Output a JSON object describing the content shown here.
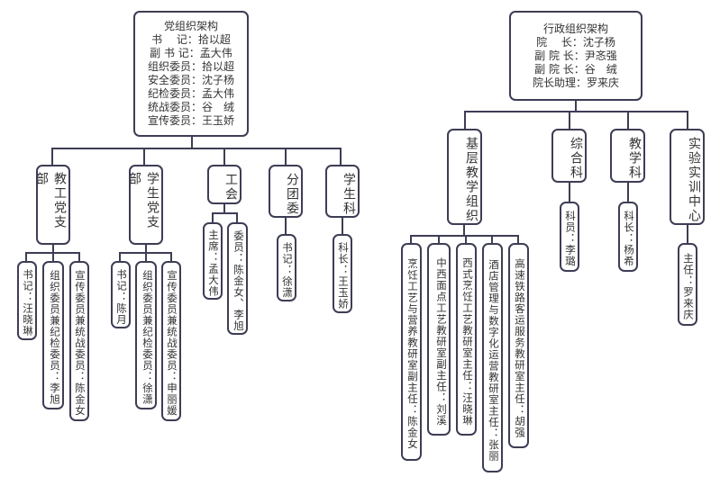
{
  "party": {
    "title": "党组织架构",
    "lines": [
      "书　 记：拾以超",
      "副 书 记：孟大伟",
      "组织委员：拾以超",
      "安全委员：沈子杨",
      "纪检委员：孟大伟",
      "统战委员：谷　绒",
      "宣传委员：王玉娇"
    ],
    "units": [
      {
        "name": "教工党支部",
        "members": [
          "书记：汪晓琳",
          "组织委员兼纪检委员：李旭",
          "宣传委员兼统战委员：陈金女"
        ]
      },
      {
        "name": "学生党支部",
        "members": [
          "书记：陈月",
          "组织委员兼纪检委员：徐潇",
          "宣传委员兼统战委员：申丽媛"
        ]
      },
      {
        "name": "工会",
        "members": [
          "主席：孟大伟",
          "委员：陈金女、李旭"
        ]
      },
      {
        "name": "分团委",
        "members": [
          "书记：徐潇"
        ]
      },
      {
        "name": "学生科",
        "members": [
          "科长：王玉娇"
        ]
      }
    ]
  },
  "admin": {
    "title": "行政组织架构",
    "lines": [
      "院　 长：沈子杨",
      "副 院 长：尹忞强",
      "副 院 长：谷　绒",
      "院长助理：罗来庆"
    ],
    "units": [
      {
        "name": "基层教学组织",
        "members": [
          "烹饪工艺与营养教研室副主任：陈金女",
          "中西面点工艺教研室副主任：刘溪",
          "西式烹饪工艺教研室主任：汪晓琳",
          "酒店管理与数字化运营教研室主任：张丽",
          "高速铁路客运服务教研室主任：胡强"
        ]
      },
      {
        "name": "综合科",
        "members": [
          "科员：李璐"
        ]
      },
      {
        "name": "教学科",
        "members": [
          "科长：杨希"
        ]
      },
      {
        "name": "实验实训中心",
        "members": [
          "主任：罗来庆"
        ]
      }
    ]
  }
}
